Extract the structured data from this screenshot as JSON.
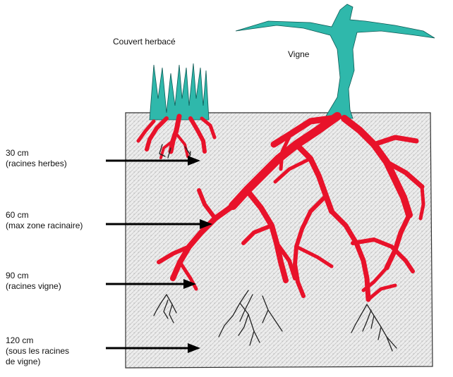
{
  "labels": {
    "cover": "Couvert herbacé",
    "vine": "Vigne"
  },
  "depths": [
    {
      "depth": "30 cm",
      "desc": "(racines herbes)"
    },
    {
      "depth": "60 cm",
      "desc": "(max zone racinaire)"
    },
    {
      "depth": "90 cm",
      "desc": "(racines vigne)"
    },
    {
      "depth": "120 cm",
      "desc": "(sous les racines",
      "desc2": "de vigne)"
    }
  ],
  "colors": {
    "soil": "#e6e6e6",
    "vine": "#2fb8ab",
    "grass": "#2fb8ab",
    "roots": "#e8122a",
    "arrow": "#000000"
  }
}
